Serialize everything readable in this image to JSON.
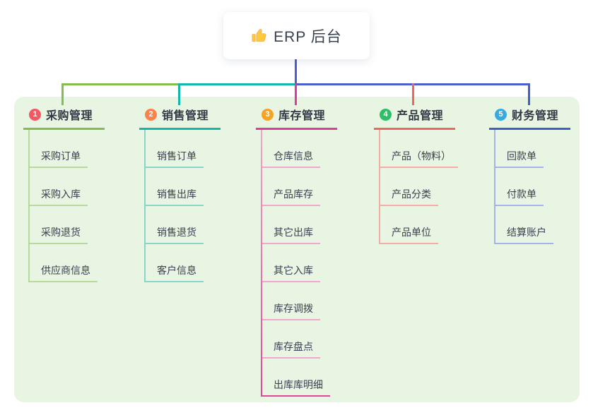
{
  "colors": {
    "connector_blue": "#4A5ED0",
    "panel_bg": "#E8F5E3",
    "root_text": "#39414F",
    "node_text": "#3A4150"
  },
  "root": {
    "label": "ERP 后台",
    "icon": "thumbs-up-icon"
  },
  "branches": [
    {
      "num": "1",
      "label": "采购管理",
      "circle": "#F25862",
      "line": "#85BD4B",
      "child_line": "#B6D99C",
      "spine": "#B6D99C",
      "children": [
        {
          "label": "采购订单"
        },
        {
          "label": "采购入库"
        },
        {
          "label": "采购退货"
        },
        {
          "label": "供应商信息"
        }
      ]
    },
    {
      "num": "2",
      "label": "销售管理",
      "circle": "#F8834B",
      "line": "#14B8AA",
      "child_line": "#8AD5CB",
      "spine": "#8AD5CB",
      "children": [
        {
          "label": "销售订单"
        },
        {
          "label": "销售出库"
        },
        {
          "label": "销售退货"
        },
        {
          "label": "客户信息"
        }
      ]
    },
    {
      "num": "3",
      "label": "库存管理",
      "circle": "#F6A324",
      "line": "#DC3D96",
      "child_line": "#F2A5CE",
      "spine": "linear-gradient(#F2A5CE, #E0459A)",
      "children": [
        {
          "label": "仓库信息"
        },
        {
          "label": "产品库存"
        },
        {
          "label": "其它出库"
        },
        {
          "label": "其它入库"
        },
        {
          "label": "库存调拨"
        },
        {
          "label": "库存盘点"
        },
        {
          "label": "出库库明细",
          "line": "#E0459A"
        }
      ]
    },
    {
      "num": "4",
      "label": "产品管理",
      "circle": "#2FBE68",
      "line": "#F2655E",
      "child_line": "#F8ABA4",
      "spine": "#F8ABA4",
      "children": [
        {
          "label": "产品（物料）"
        },
        {
          "label": "产品分类"
        },
        {
          "label": "产品单位"
        }
      ]
    },
    {
      "num": "5",
      "label": "财务管理",
      "circle": "#36ABE0",
      "line": "#4060C8",
      "child_line": "#A3B5E6",
      "spine": "#A3B5E6",
      "children": [
        {
          "label": "回款单"
        },
        {
          "label": "付款单"
        },
        {
          "label": "结算账户"
        }
      ]
    }
  ]
}
